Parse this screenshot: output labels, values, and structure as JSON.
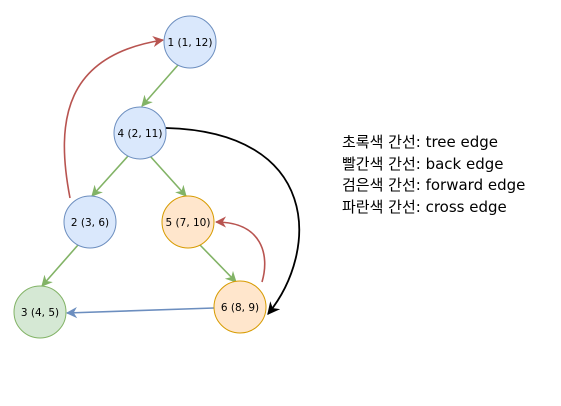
{
  "colors": {
    "tree_edge": "#82b366",
    "back_edge": "#b85450",
    "forward_edge": "#000000",
    "cross_edge": "#6c8ebf",
    "node_blue_fill": "#dae8fc",
    "node_blue_stroke": "#6c8ebf",
    "node_orange_fill": "#ffe6cc",
    "node_orange_stroke": "#d79b00",
    "node_green_fill": "#d5e8d4",
    "node_green_stroke": "#82b366"
  },
  "nodes": [
    {
      "id": "1",
      "label": "1 (1, 12)",
      "color": "blue"
    },
    {
      "id": "4",
      "label": "4 (2, 11)",
      "color": "blue"
    },
    {
      "id": "2",
      "label": "2 (3, 6)",
      "color": "blue"
    },
    {
      "id": "5",
      "label": "5 (7, 10)",
      "color": "orange"
    },
    {
      "id": "3",
      "label": "3 (4, 5)",
      "color": "green"
    },
    {
      "id": "6",
      "label": "6 (8, 9)",
      "color": "orange"
    }
  ],
  "edges": [
    {
      "from": "1",
      "to": "4",
      "type": "tree_edge"
    },
    {
      "from": "4",
      "to": "2",
      "type": "tree_edge"
    },
    {
      "from": "4",
      "to": "5",
      "type": "tree_edge"
    },
    {
      "from": "2",
      "to": "3",
      "type": "tree_edge"
    },
    {
      "from": "5",
      "to": "6",
      "type": "tree_edge"
    },
    {
      "from": "2",
      "to": "1",
      "type": "back_edge"
    },
    {
      "from": "6",
      "to": "5",
      "type": "back_edge"
    },
    {
      "from": "4",
      "to": "6",
      "type": "forward_edge"
    },
    {
      "from": "6",
      "to": "3",
      "type": "cross_edge"
    }
  ],
  "legend": {
    "tree_edge": "초록색 간선: tree edge",
    "back_edge": "빨간색 간선: back edge",
    "forward_edge": "검은색 간선: forward edge",
    "cross_edge": "파란색 간선: cross edge"
  }
}
